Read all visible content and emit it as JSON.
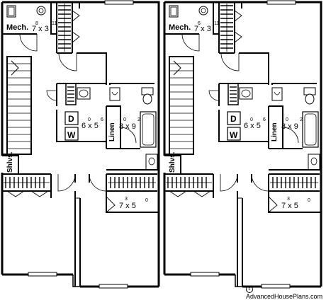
{
  "units": [
    {
      "mech_label": "Mech.",
      "mech_dim_sup_a": "8",
      "mech_dim_main": "7 x 3",
      "mech_dim_sup_b": "11",
      "laundry_dim_sup": "0",
      "laundry_dim_main": "6 x 5",
      "laundry_dim_sup_b": "6",
      "dryer": "D",
      "washer": "W",
      "linen_label": "Linen",
      "bath_dim_sup": "0",
      "bath_dim_main": "8 x 9",
      "bath_dim_sup_b": "2",
      "shelves_label": "Shlvs.",
      "closet_dim_sup": "3",
      "closet_dim_main": "7 x 5",
      "closet_dim_sup_b": "0"
    },
    {
      "mech_label": "Mech.",
      "mech_dim_sup_a": "6",
      "mech_dim_main": "7 x 3",
      "mech_dim_sup_b": "11",
      "laundry_dim_sup": "0",
      "laundry_dim_main": "6 x 5",
      "laundry_dim_sup_b": "6",
      "dryer": "D",
      "washer": "W",
      "linen_label": "Linen",
      "bath_dim_sup": "0",
      "bath_dim_main": "8 x 9",
      "bath_dim_sup_b": "2",
      "shelves_label": "Shlvs.",
      "closet_dim_sup": "3",
      "closet_dim_main": "7 x 5",
      "closet_dim_sup_b": "0"
    }
  ],
  "watermark": {
    "symbol": "c",
    "text": "AdvancedHousePlans.com"
  }
}
